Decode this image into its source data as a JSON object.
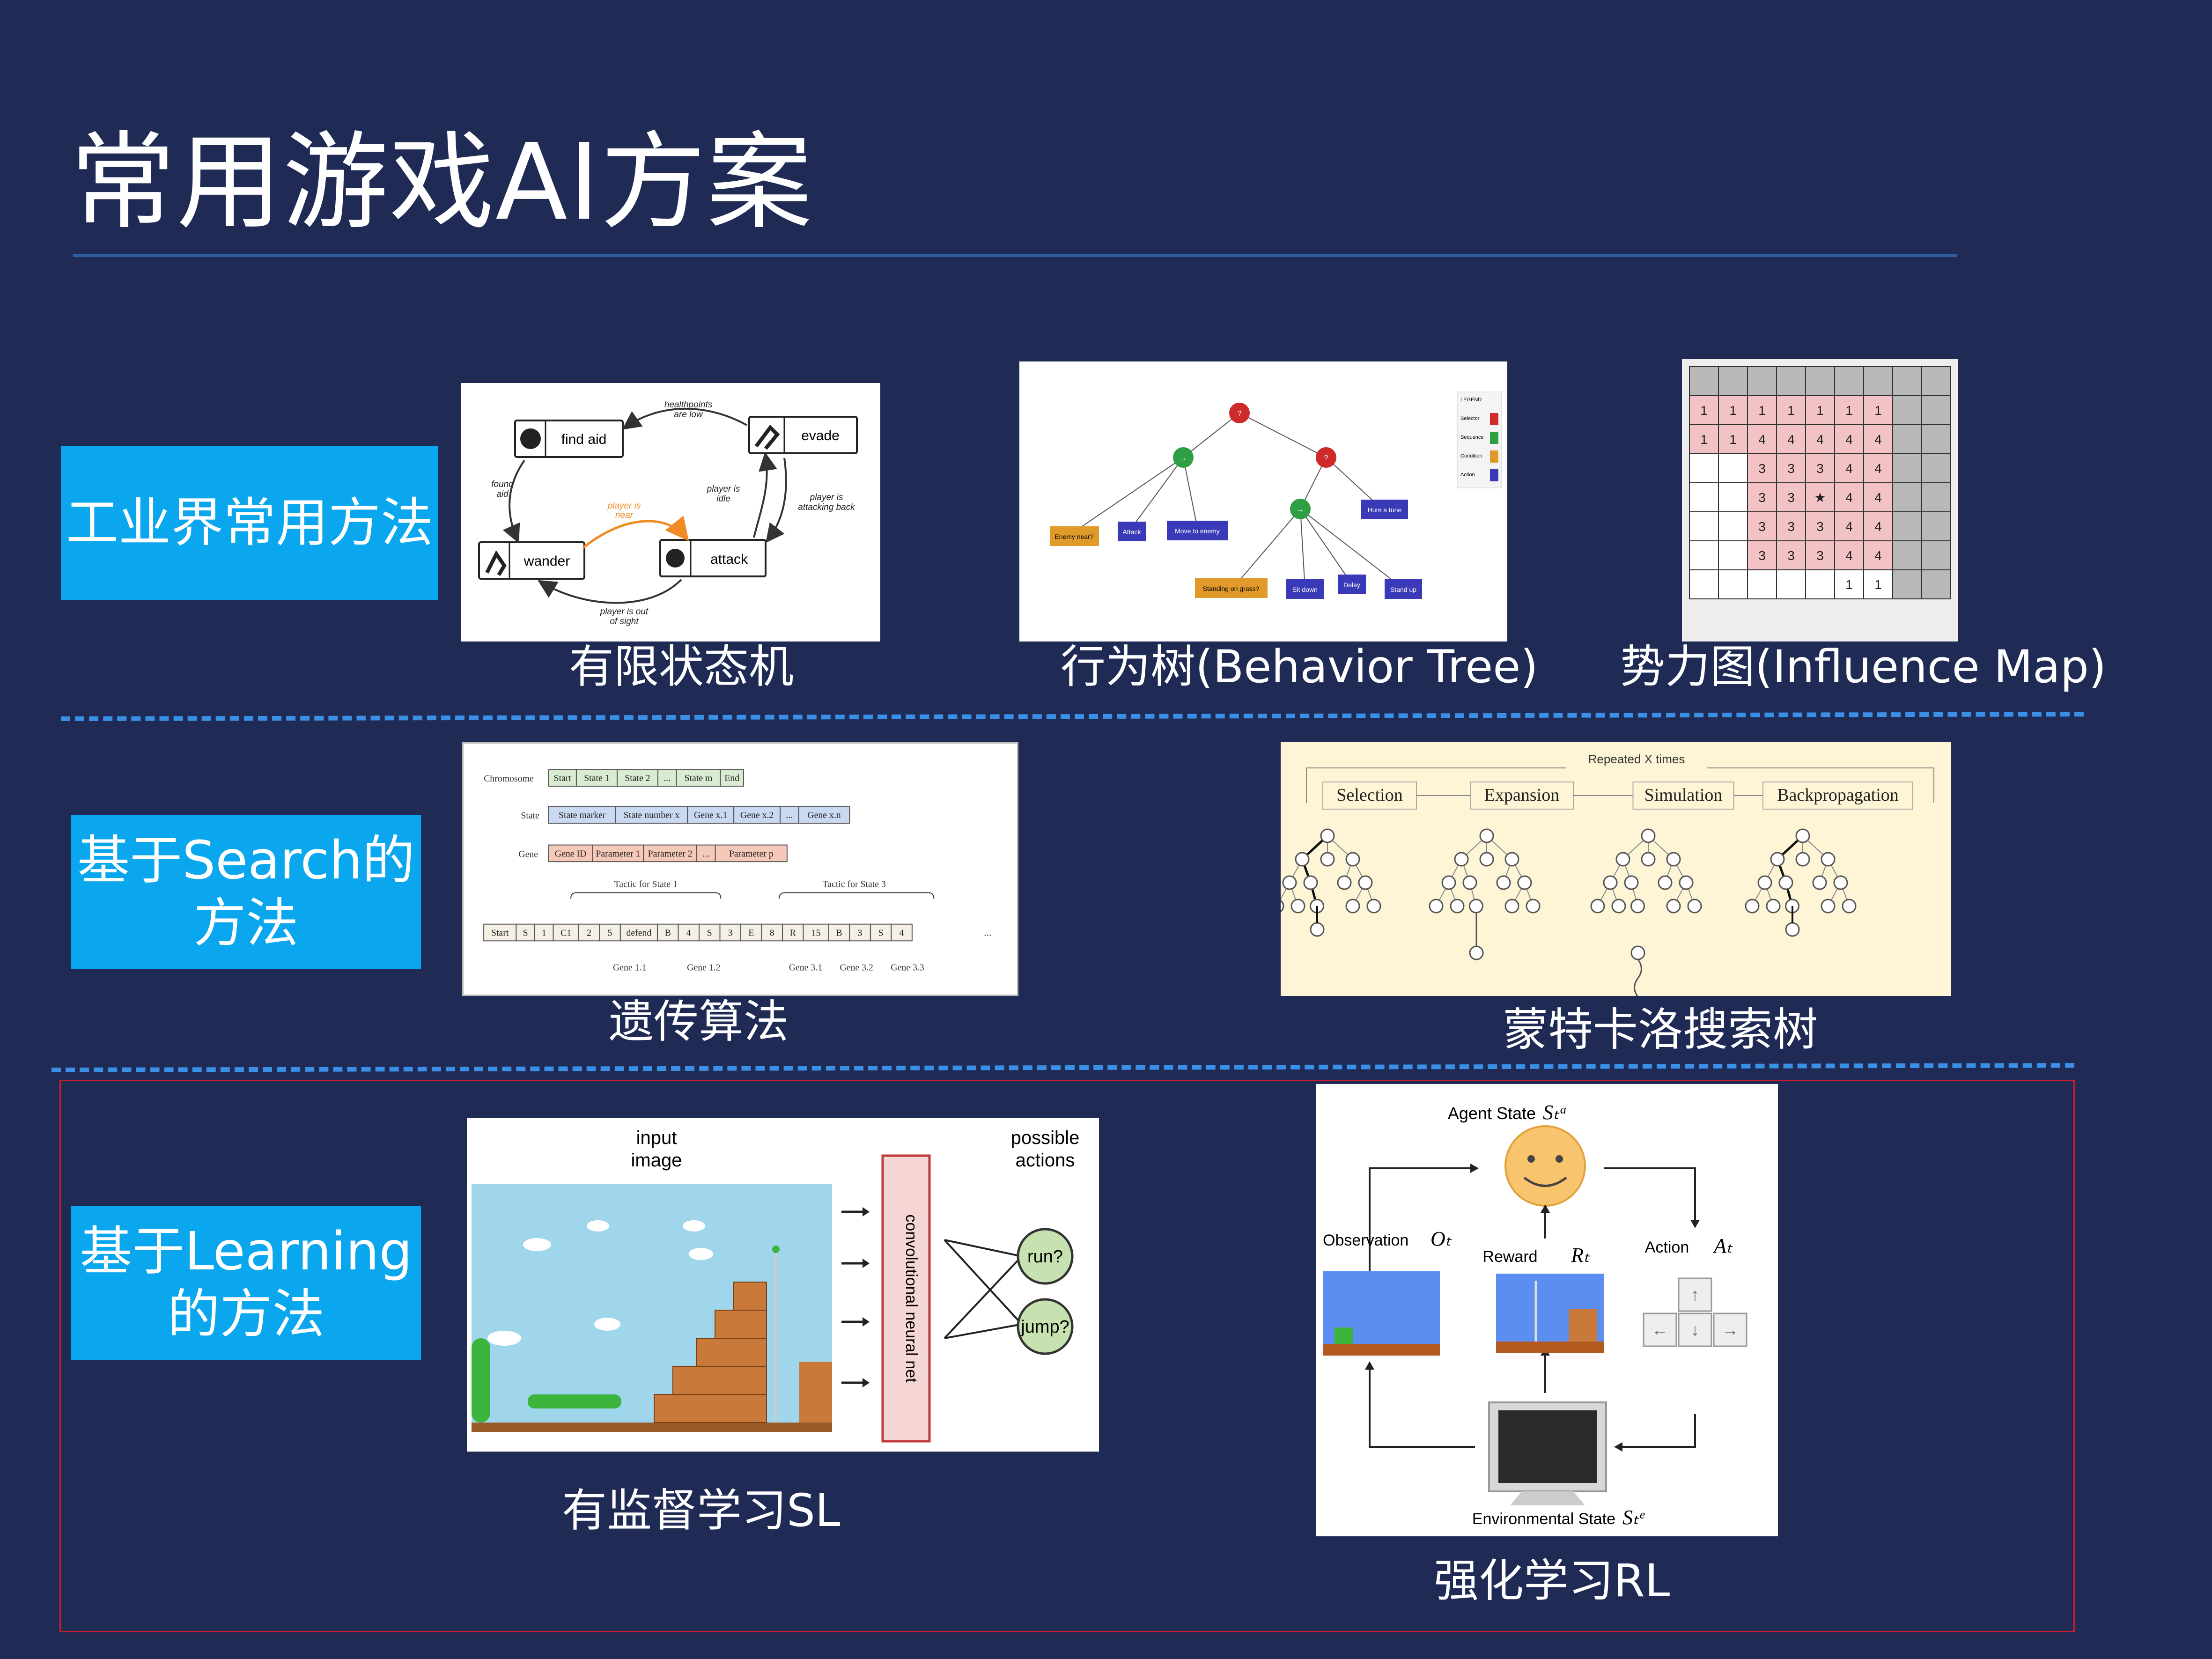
{
  "title": "常用游戏AI方案",
  "sections": {
    "industry": {
      "label": "工业界常用方法"
    },
    "search": {
      "label_line1": "基于Search的",
      "label_line2": "方法"
    },
    "learning": {
      "label_line1": "基于Learning",
      "label_line2": "的方法"
    }
  },
  "captions": {
    "fsm": "有限状态机",
    "behavior_tree": "行为树(Behavior Tree)",
    "influence_map": "势力图(Influence Map)",
    "genetic": "遗传算法",
    "mcts": "蒙特卡洛搜索树",
    "sl": "有监督学习SL",
    "rl": "强化学习RL"
  },
  "fsm": {
    "states": [
      "find aid",
      "evade",
      "wander",
      "attack"
    ],
    "transitions": {
      "healthpoints": "healthpoints",
      "are_low": "are low",
      "found": "found",
      "aid": "aid",
      "player_is": "player is",
      "idle": "idle",
      "attacking_back": "attacking back",
      "near": "near",
      "out_of_sight_1": "player is out",
      "out_of_sight_2": "of sight"
    },
    "colors": {
      "near_arrow": "#f08a24"
    }
  },
  "behavior_tree": {
    "legend_title": "LEGEND",
    "legend": [
      {
        "label": "Selector",
        "color": "#d12a2a"
      },
      {
        "label": "Sequence",
        "color": "#2ea043"
      },
      {
        "label": "Condition",
        "color": "#e09a2a"
      },
      {
        "label": "Action",
        "color": "#3a3ab8"
      }
    ],
    "root_symbol": "?",
    "seq_symbol": "→",
    "leaves": [
      "Enemy near?",
      "Attack",
      "Move to enemy",
      "Hum a tune",
      "Standing on grass?",
      "Sit down",
      "Delay",
      "Stand up"
    ]
  },
  "influence_map": {
    "rows": [
      [
        "",
        "",
        "",
        "",
        "",
        "",
        "",
        "",
        ""
      ],
      [
        "1",
        "1",
        "1",
        "1",
        "1",
        "1",
        "1",
        "",
        ""
      ],
      [
        "1",
        "1",
        "4",
        "4",
        "4",
        "4",
        "4",
        "",
        ""
      ],
      [
        "",
        "",
        "3",
        "3",
        "3",
        "4",
        "4",
        "",
        ""
      ],
      [
        "",
        "",
        "3",
        "3",
        "★",
        "4",
        "4",
        "",
        ""
      ],
      [
        "",
        "",
        "3",
        "3",
        "3",
        "4",
        "4",
        "",
        ""
      ],
      [
        "",
        "",
        "3",
        "3",
        "3",
        "4",
        "4",
        "",
        ""
      ],
      [
        "",
        "",
        "",
        "",
        "",
        "1",
        "1",
        "",
        ""
      ]
    ],
    "colors": {
      "blocked": "#b8b8b8",
      "influence": "#f3c2c4",
      "empty": "#ffffff"
    }
  },
  "genetic": {
    "chromosome_label": "Chromosome",
    "chromosome": [
      "Start",
      "State 1",
      "State 2",
      "...",
      "State m",
      "End"
    ],
    "state_label": "State",
    "state": [
      "State marker",
      "State number x",
      "Gene x.1",
      "Gene x.2",
      "...",
      "Gene x.n"
    ],
    "gene_label": "Gene",
    "gene": [
      "Gene ID",
      "Parameter 1",
      "Parameter 2",
      "...",
      "Parameter p"
    ],
    "tactic1": "Tactic for State 1",
    "tactic3": "Tactic for State 3",
    "sequence": [
      "Start",
      "S",
      "1",
      "C1",
      "2",
      "5",
      "defend",
      "B",
      "4",
      "S",
      "3",
      "E",
      "8",
      "R",
      "15",
      "B",
      "3",
      "S",
      "4"
    ],
    "ellipsis": "...",
    "gene_labels": [
      "Gene 1.1",
      "Gene 1.2",
      "Gene 3.1",
      "Gene 3.2",
      "Gene 3.3"
    ]
  },
  "mcts": {
    "repeat": "Repeated X times",
    "phases": [
      "Selection",
      "Expansion",
      "Simulation",
      "Backpropagation"
    ]
  },
  "sl": {
    "input_label_1": "input",
    "input_label_2": "image",
    "output_label_1": "possible",
    "output_label_2": "actions",
    "net_label": "convolutional neural net",
    "actions": [
      "run?",
      "jump?"
    ]
  },
  "rl": {
    "agent_state": "Agent State",
    "agent_state_sym": "Sₜᵃ",
    "observation": "Observation",
    "observation_sym": "Oₜ",
    "reward": "Reward",
    "reward_sym": "Rₜ",
    "action": "Action",
    "action_sym": "Aₜ",
    "env_state": "Environmental State",
    "env_state_sym": "Sₜᵉ"
  }
}
